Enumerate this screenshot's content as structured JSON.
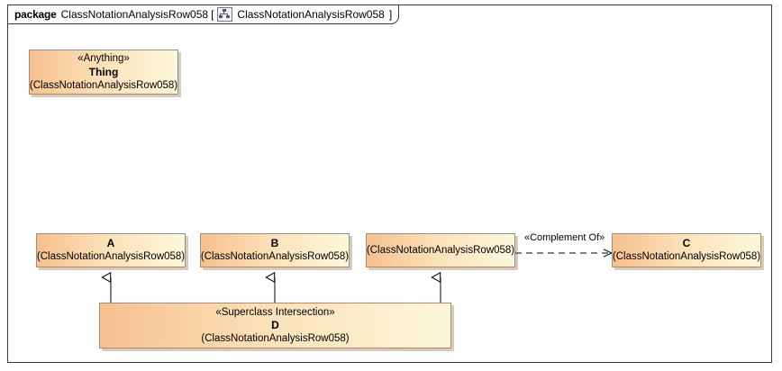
{
  "frame": {
    "keyword": "package",
    "package_name": "ClassNotationAnalysisRow058",
    "bracket_open": "[",
    "bracket_close": "]",
    "diagram_icon": "class-diagram-icon",
    "diagram_name": "ClassNotationAnalysisRow058"
  },
  "colors": {
    "class_fill_start": "#f7c08f",
    "class_fill_end": "#fdf8dc",
    "class_border": "#b08b6a",
    "frame_border": "#3a3a3a",
    "canvas": "#ffffff",
    "connector": "#000000"
  },
  "classes": [
    {
      "id": "thing",
      "stereotype": "«Anything»",
      "name": "Thing",
      "qualifier": "(ClassNotationAnalysisRow058)"
    },
    {
      "id": "a",
      "stereotype": "",
      "name": "A",
      "qualifier": "(ClassNotationAnalysisRow058)"
    },
    {
      "id": "b",
      "stereotype": "",
      "name": "B",
      "qualifier": "(ClassNotationAnalysisRow058)"
    },
    {
      "id": "unnamed",
      "stereotype": "",
      "name": "",
      "qualifier": "(ClassNotationAnalysisRow058)"
    },
    {
      "id": "c",
      "stereotype": "",
      "name": "C",
      "qualifier": "(ClassNotationAnalysisRow058)"
    },
    {
      "id": "d",
      "stereotype": "«Superclass Intersection»",
      "name": "D",
      "qualifier": "(ClassNotationAnalysisRow058)"
    }
  ],
  "relationships": [
    {
      "id": "gen-d-a",
      "type": "generalization",
      "source": "d",
      "target": "a",
      "label": ""
    },
    {
      "id": "gen-d-b",
      "type": "generalization",
      "source": "d",
      "target": "b",
      "label": ""
    },
    {
      "id": "gen-d-unnamed",
      "type": "generalization",
      "source": "d",
      "target": "unnamed",
      "label": ""
    },
    {
      "id": "dep-unnamed-c",
      "type": "dependency",
      "source": "unnamed",
      "target": "c",
      "label": "«Complement Of»"
    }
  ]
}
